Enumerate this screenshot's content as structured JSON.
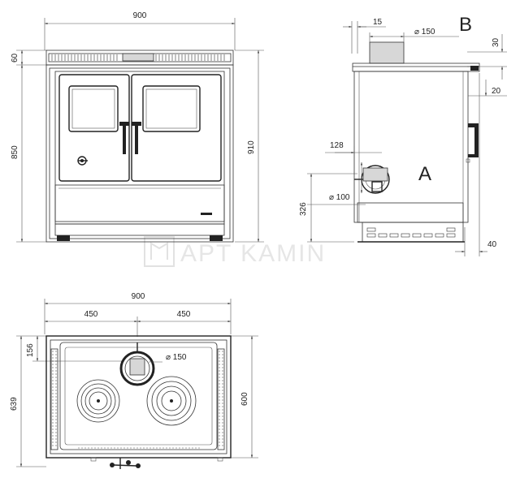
{
  "watermark": "APT KAMIN",
  "front_view": {
    "width": "900",
    "top_height": "60",
    "body_height": "850",
    "total_height": "910"
  },
  "side_view": {
    "detail_b_label": "B",
    "detail_a_label": "A",
    "offset_15": "15",
    "flue_top": "⌀ 150",
    "height_30": "30",
    "offset_20": "20",
    "offset_128": "128",
    "flue_back": "⌀ 100",
    "height_326": "326",
    "depth_40": "40"
  },
  "top_view": {
    "width": "900",
    "half_left": "450",
    "half_right": "450",
    "offset_156": "156",
    "flue": "⌀ 150",
    "depth_639": "639",
    "depth_600": "600"
  }
}
